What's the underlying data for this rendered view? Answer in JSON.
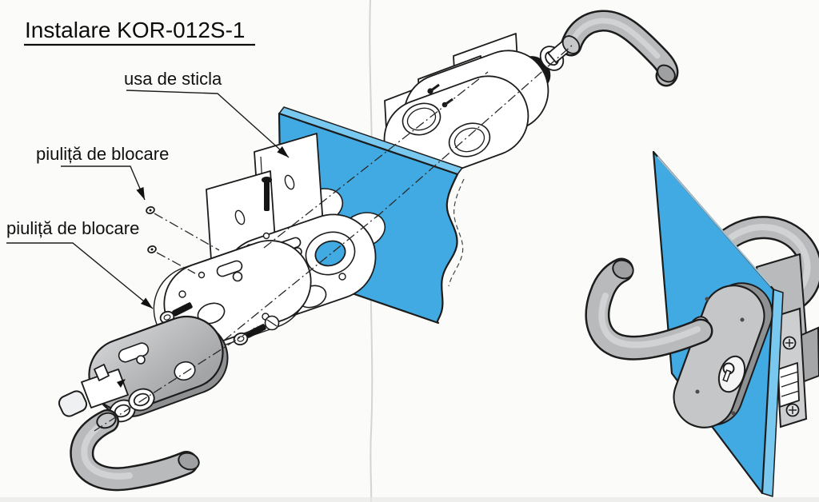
{
  "title": {
    "text": "Instalare KOR-012S-1"
  },
  "labels": {
    "glass_door": "usa de sticla",
    "lock_nut_1": "piuliță de blocare",
    "lock_nut_2": "piuliță de blocare"
  },
  "colors": {
    "glass_blue": "#41aae3",
    "glass_blue_light": "#79c8f0",
    "metal_gray": "#b9babc",
    "metal_gray_dark": "#8f9092",
    "outline": "#1c1c1c",
    "background": "#fbfbf9"
  }
}
